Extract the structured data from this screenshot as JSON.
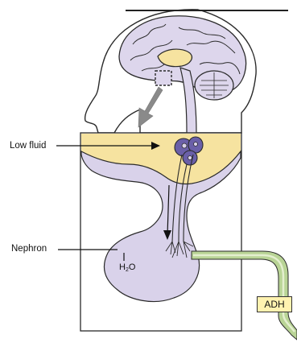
{
  "labels": {
    "low_fluid": "Low fluid",
    "nephron": "Nephron",
    "h2o_main": "H",
    "h2o_sub": "2",
    "h2o_end": "O",
    "adh": "ADH"
  },
  "colors": {
    "outline": "#2a2a2a",
    "brain_fill": "#ddd6ec",
    "hypothalamus_fill": "#f6e3a0",
    "gland_fill": "#d9d2ea",
    "nucleus_fill": "#6a5fa8",
    "duct_fill": "#b9d496",
    "arrow_gray": "#8a8a8a",
    "adh_box": "#fff2b0"
  }
}
